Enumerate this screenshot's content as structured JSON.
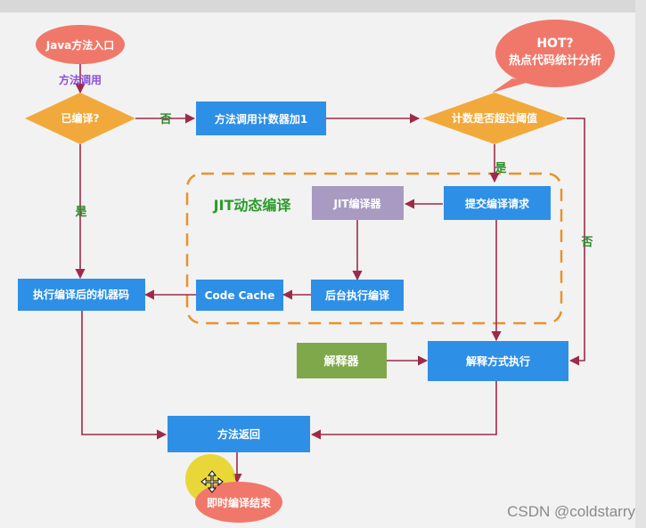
{
  "nodes": {
    "java_entry": "Java方法入口",
    "method_call": "方法调用",
    "compiled_q": "已编译?",
    "counter_inc": "方法调用计数器加1",
    "threshold_q": "计数是否超过阈值",
    "hot_line1": "HOT?",
    "hot_line2": "热点代码统计分析",
    "jit_title": "JIT动态编译",
    "jit_compiler": "JIT编译器",
    "submit_compile": "提交编译请求",
    "code_cache": "Code Cache",
    "bg_compile": "后台执行编译",
    "exec_machine_code": "执行编译后的机器码",
    "interpreter": "解释器",
    "interp_exec": "解释方式执行",
    "method_return": "方法返回",
    "jit_end": "即时编译结束"
  },
  "edges": {
    "no_1": "否",
    "yes_1": "是",
    "yes_2": "是",
    "no_2": "否"
  },
  "colors": {
    "blue": "#2e8fe6",
    "orange": "#f2a93b",
    "salmon": "#f0786a",
    "purple": "#a99ac2",
    "green": "#7fa84a",
    "arrow": "#9e2a4a",
    "dash": "#e9922a",
    "jit_text": "#2a9a2a",
    "edge_text": "#2a8a2a",
    "purple_text": "#8a4fd6"
  },
  "watermark": "CSDN @coldstarry"
}
